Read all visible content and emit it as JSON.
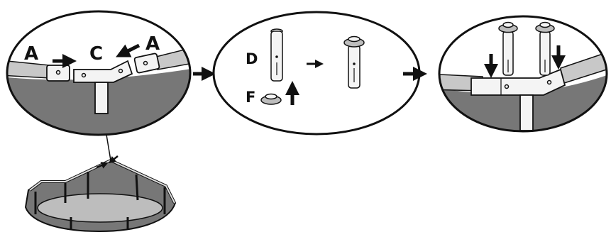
{
  "labels": {
    "a_left": "A",
    "c_center": "C",
    "a_right": "A",
    "d_pin": "D",
    "f_cap": "F"
  },
  "colors": {
    "ink": "#111111",
    "pool_wall": "#777777",
    "pool_water": "#bdbdbd",
    "rail": "#c8c8c8",
    "tube": "#f4f4f4"
  },
  "panels": [
    "zoom-panel-joint-insert",
    "zoom-panel-pin-assembly",
    "zoom-panel-pins-inserted"
  ]
}
